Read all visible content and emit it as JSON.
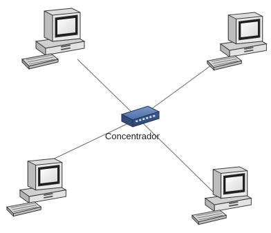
{
  "diagram": {
    "type": "star-network-topology",
    "hub": {
      "label": "Concentrador",
      "icon": "network-hub-icon"
    },
    "nodes": [
      {
        "id": "pc-top-left",
        "icon": "desktop-computer-icon"
      },
      {
        "id": "pc-top-right",
        "icon": "desktop-computer-icon"
      },
      {
        "id": "pc-bottom-left",
        "icon": "desktop-computer-icon"
      },
      {
        "id": "pc-bottom-right",
        "icon": "desktop-computer-icon"
      }
    ],
    "links": [
      {
        "from": "pc-top-left",
        "to": "hub"
      },
      {
        "from": "pc-top-right",
        "to": "hub"
      },
      {
        "from": "pc-bottom-left",
        "to": "hub"
      },
      {
        "from": "pc-bottom-right",
        "to": "hub"
      }
    ],
    "colors": {
      "device_body": "#e8e8e8",
      "device_outline": "#3a3a3a",
      "screen": "#f4f4f4",
      "link": "#6a6a6a",
      "hub_body": "#4a6fa8"
    }
  }
}
